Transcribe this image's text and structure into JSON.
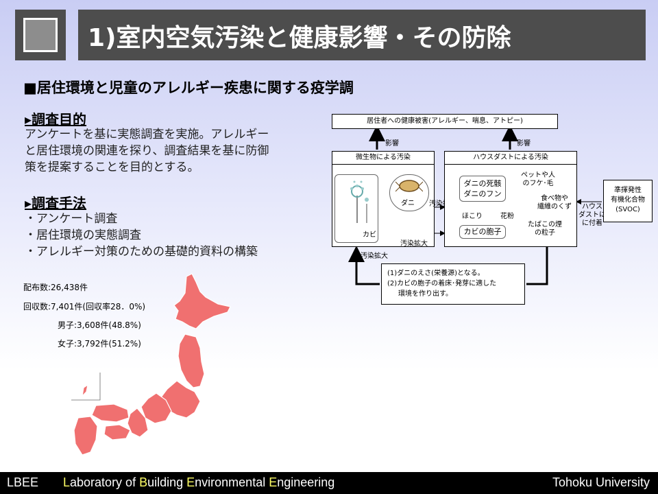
{
  "header": {
    "title": "1)室内空気汚染と健康影響・その防除"
  },
  "subtitle": "■居住環境と児童のアレルギー疾患に関する疫学調",
  "purpose": {
    "heading": "▸調査目的",
    "lines": [
      "アンケートを基に実態調査を実施。アレルギー",
      "と居住環境の関連を探り、調査結果を基に防御",
      "策を提案することを目的とする。"
    ]
  },
  "method": {
    "heading": "▸調査手法",
    "lines": [
      "・アンケート調査",
      "・居住環境の実態調査",
      "・アレルギー対策のための基礎的資料の構築"
    ]
  },
  "stats": {
    "distributed": "配布数:26,438件",
    "collected": "回収数:7,401件(回収率28．0%)",
    "male": "男子:3,608件(48.8%)",
    "female": "女子:3,792件(51.2%)"
  },
  "diagram": {
    "top_box": "居住者への健康被害(アレルギー、喘息、アトピー)",
    "influence_left": "影響",
    "influence_right": "影響",
    "micro_box": "微生物による汚染",
    "dust_box": "ハウスダストによる汚染",
    "mold": "カビ",
    "mite": "ダニ",
    "spread_1": "汚染拡大",
    "spread_2": "汚染拡大",
    "spread_3": "汚染拡大",
    "mite_waste_1": "ダニの死骸",
    "mite_waste_2": "ダニのフン",
    "pet_1": "ペットや人",
    "pet_2": "のフケ･毛",
    "food_1": "食べ物や",
    "food_2": "繊維のくず",
    "dust": "ほこり",
    "pollen": "花粉",
    "spore": "カビの胞子",
    "smoke_1": "たばこの煙",
    "smoke_2": "の粒子",
    "attach_1": "ハウス",
    "attach_2": "ダストに",
    "attach_3": "に付着",
    "svoc_1": "準揮発性",
    "svoc_2": "有機化合物",
    "svoc_3": "(SVOC)",
    "note_1": "(1)ダニのえさ(栄養源)となる。",
    "note_2": "(2)カビの胞子の着床･発芽に適した",
    "note_3": "環境を作り出す。"
  },
  "map": {
    "fill_color": "#f07070",
    "stroke_color": "#ffffff"
  },
  "footer": {
    "lbee": "LBEE",
    "lab_parts": [
      "L",
      "aboratory of ",
      "B",
      "uilding ",
      "E",
      "nvironmental ",
      "E",
      "ngineering"
    ],
    "university": "Tohoku University"
  }
}
